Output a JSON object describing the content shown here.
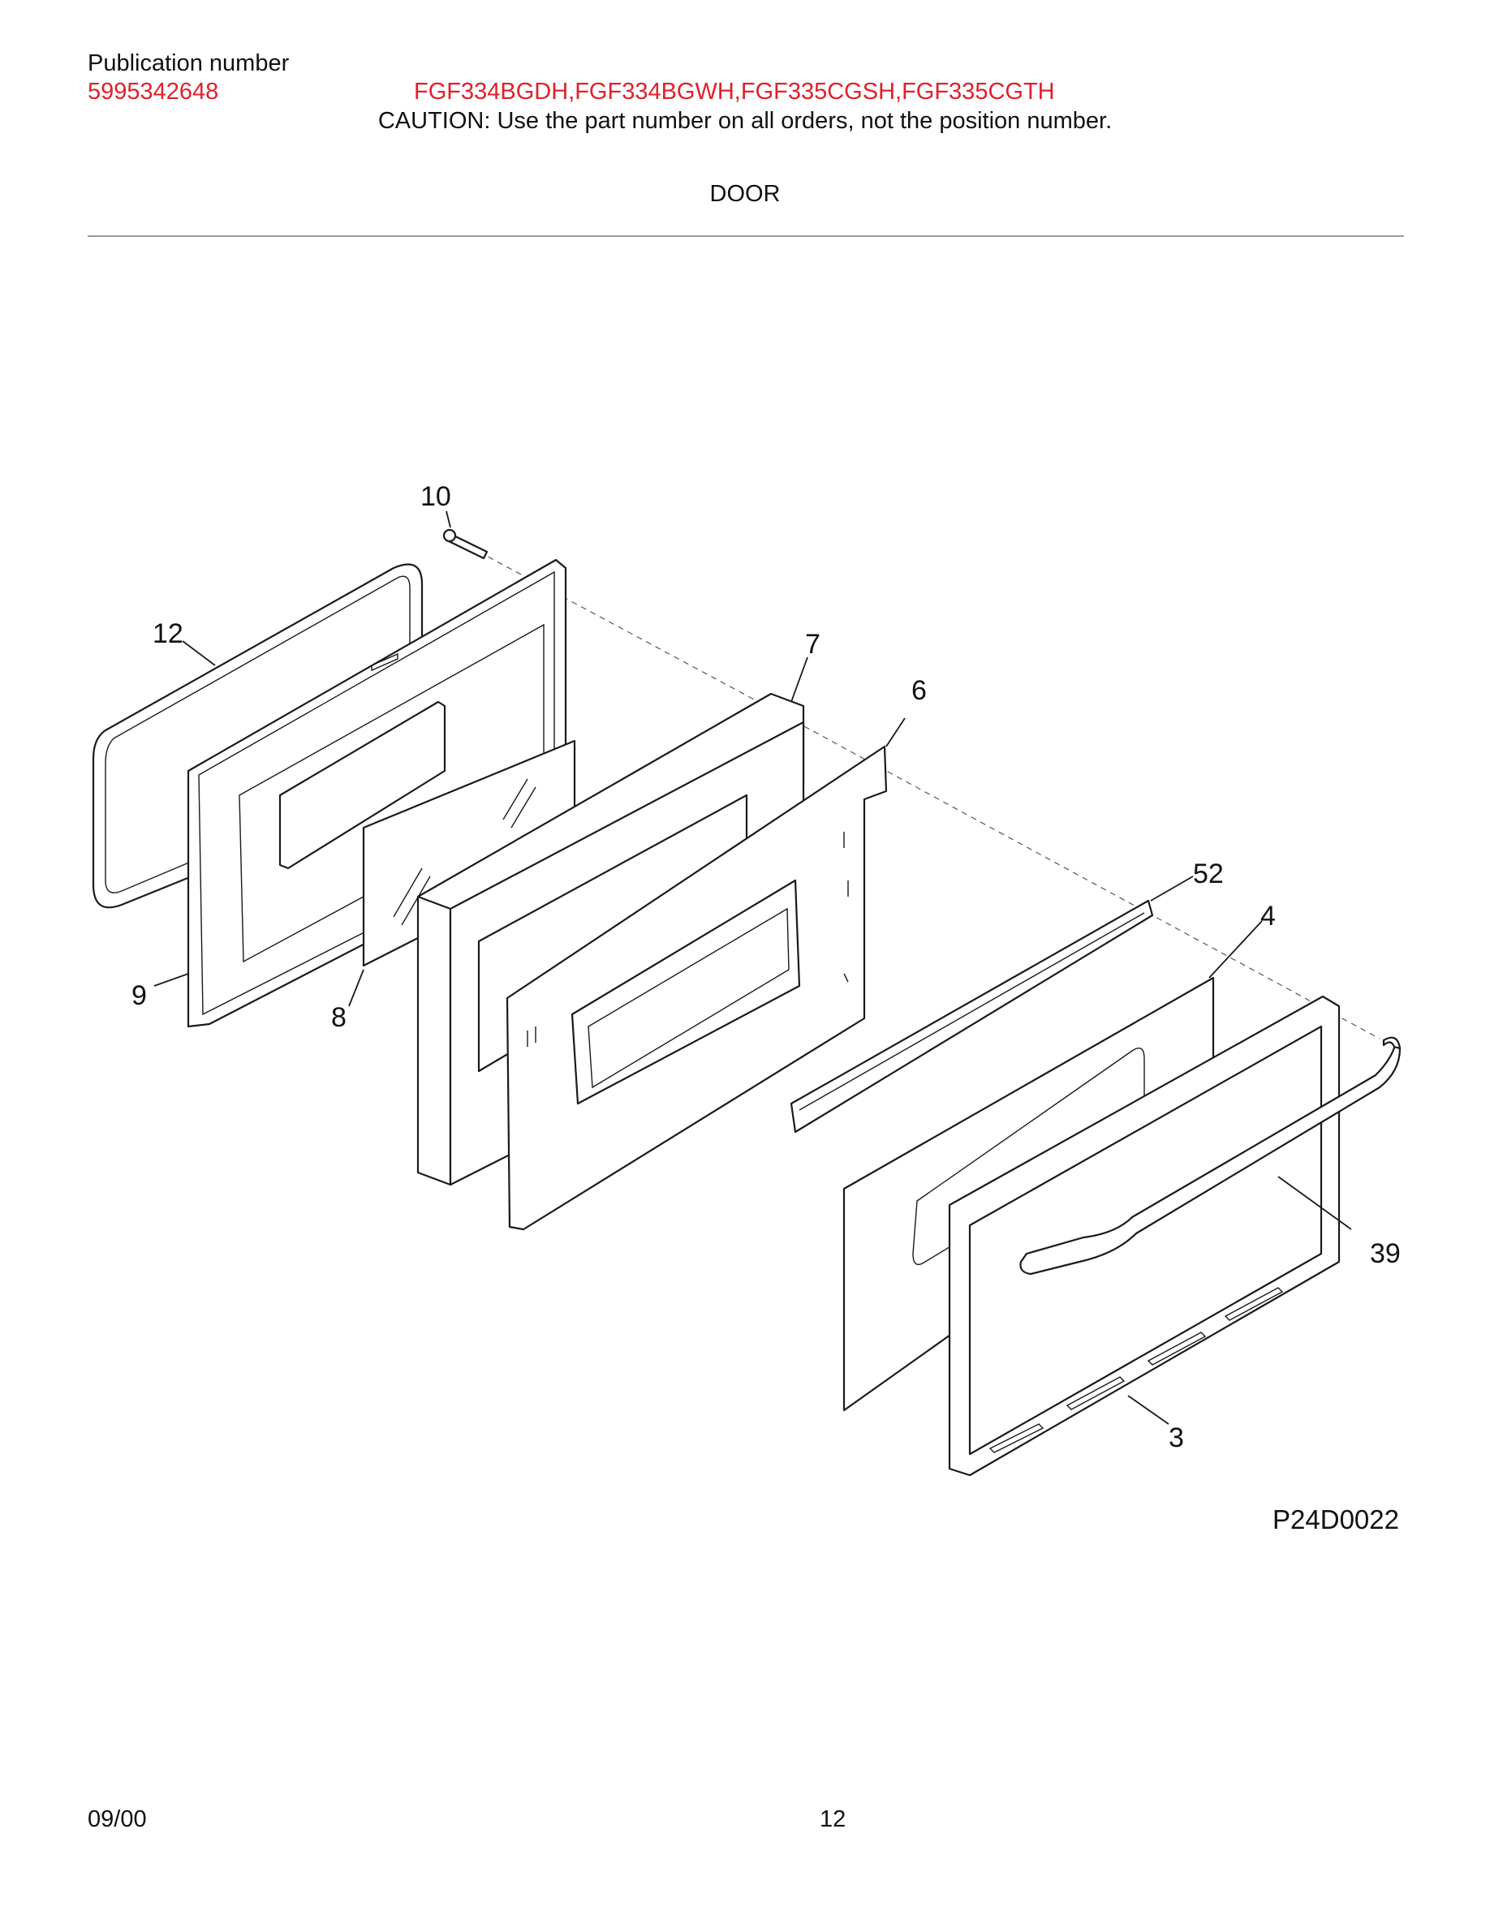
{
  "header": {
    "publication_label": "Publication number",
    "publication_number": "5995342648",
    "models": "FGF334BGDH,FGF334BGWH,FGF335CGSH,FGF335CGTH",
    "caution": "CAUTION:  Use the part number on all orders, not the position number."
  },
  "section_title": "DOOR",
  "diagram": {
    "code": "P24D0022",
    "callouts": [
      "10",
      "12",
      "7",
      "6",
      "52",
      "4",
      "9",
      "8",
      "39",
      "3"
    ]
  },
  "footer": {
    "date": "09/00",
    "page": "12"
  },
  "colors": {
    "accent_red": "#e0202b",
    "text": "#111111",
    "rule": "#9a9a9a"
  }
}
